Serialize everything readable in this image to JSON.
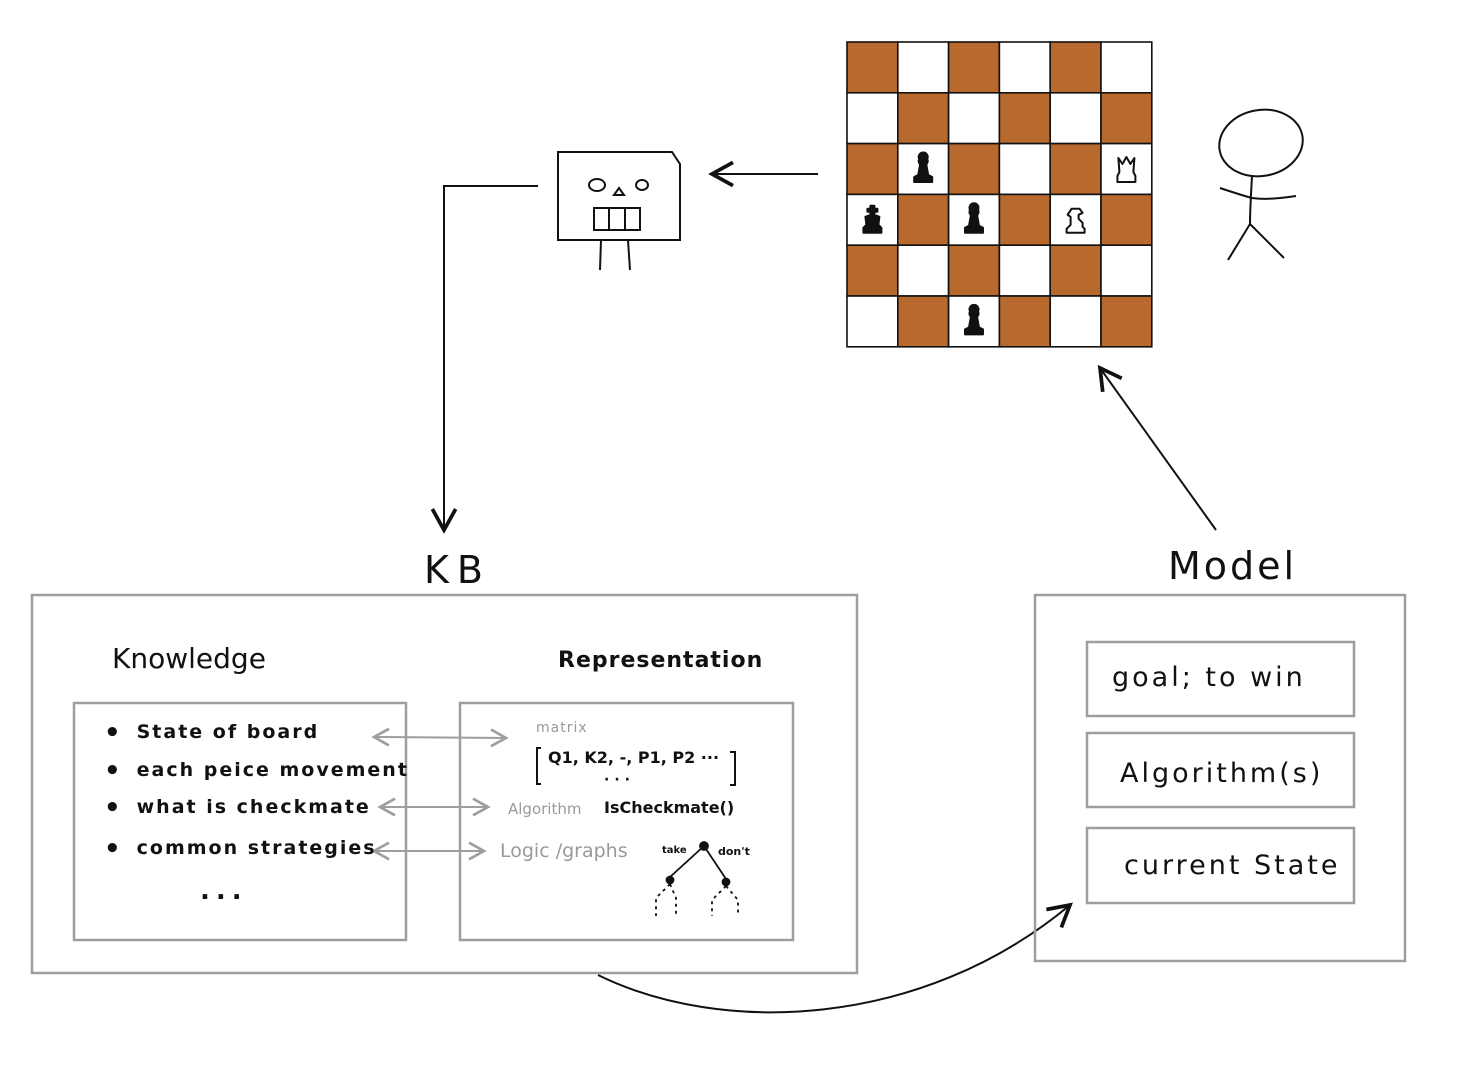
{
  "colors": {
    "ink": "#111111",
    "box_stroke": "#9e9e9e",
    "grey_text": "#9a9a9a",
    "board_dark": "#b8692e",
    "board_light": "#ffffff"
  },
  "icons": [
    "robot-icon",
    "stick-figure-icon",
    "chess-board-icon",
    "pawn-icon",
    "king-icon",
    "queen-icon",
    "knight-icon"
  ],
  "kb": {
    "title": "KB",
    "knowledge": {
      "heading": "Knowledge",
      "items": [
        "State of board",
        "each peice movement",
        "what is checkmate",
        "common strategies"
      ],
      "ellipsis": "..."
    },
    "representation": {
      "heading": "Representation",
      "matrix_label": "matrix",
      "matrix_content": "Q1, K2, -, P1, P2  ···",
      "matrix_dots": "···",
      "algorithm_label": "Algorithm",
      "algorithm_func": "IsCheckmate()",
      "logic_label": "Logic /graphs",
      "tree_left": "take",
      "tree_right": "don't"
    }
  },
  "model": {
    "title": "Model",
    "boxes": [
      "goal; to win",
      "Algorithm(s)",
      "current State"
    ]
  },
  "board": {
    "rows": 6,
    "cols": 6,
    "pieces": [
      {
        "row": 2,
        "col": 1,
        "piece": "pawn",
        "color": "black"
      },
      {
        "row": 2,
        "col": 5,
        "piece": "queen",
        "color": "white"
      },
      {
        "row": 3,
        "col": 0,
        "piece": "king",
        "color": "black"
      },
      {
        "row": 3,
        "col": 2,
        "piece": "pawn",
        "color": "black"
      },
      {
        "row": 3,
        "col": 4,
        "piece": "knight",
        "color": "white"
      },
      {
        "row": 5,
        "col": 2,
        "piece": "pawn",
        "color": "black"
      }
    ]
  }
}
